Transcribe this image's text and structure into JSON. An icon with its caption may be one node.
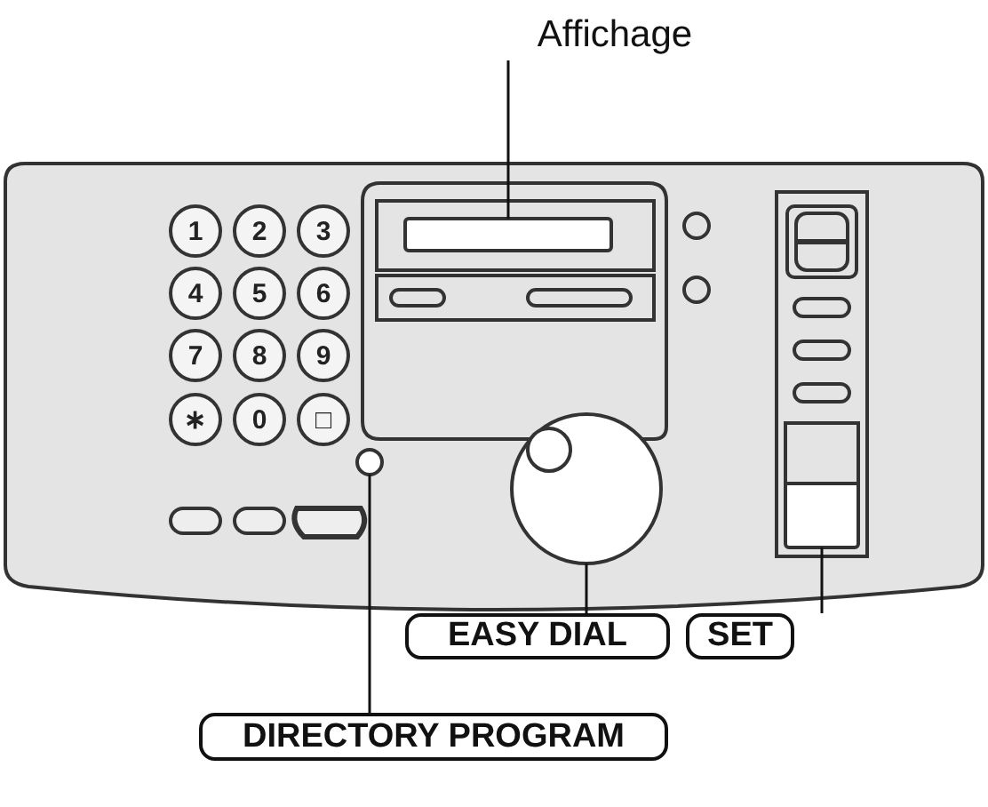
{
  "diagram": {
    "nodes": [
      {
        "text": [
          "Affichage"
        ]
      },
      {
        "text": [],
        "shape": "box"
      },
      {
        "text": [
          "EASY DIAL"
        ]
      },
      {
        "text": [],
        "shape": "circle"
      },
      {
        "text": [
          "SET"
        ]
      },
      {
        "text": [],
        "shape": "box"
      },
      {
        "text": [
          "DIRECTORY PROGRAM"
        ]
      },
      {
        "text": [],
        "shape": "circle"
      }
    ],
    "edges": [
      {
        "from": 0,
        "to": 1,
        "arrow": "none"
      },
      {
        "from": 2,
        "to": 3,
        "arrow": "none"
      },
      {
        "from": 4,
        "to": 5,
        "arrow": "none"
      },
      {
        "from": 6,
        "to": 7,
        "arrow": "none"
      }
    ],
    "labels": [
      "1",
      "2",
      "3",
      "4",
      "5",
      "6",
      "7",
      "8",
      "9",
      "∗",
      "0",
      "□"
    ]
  }
}
